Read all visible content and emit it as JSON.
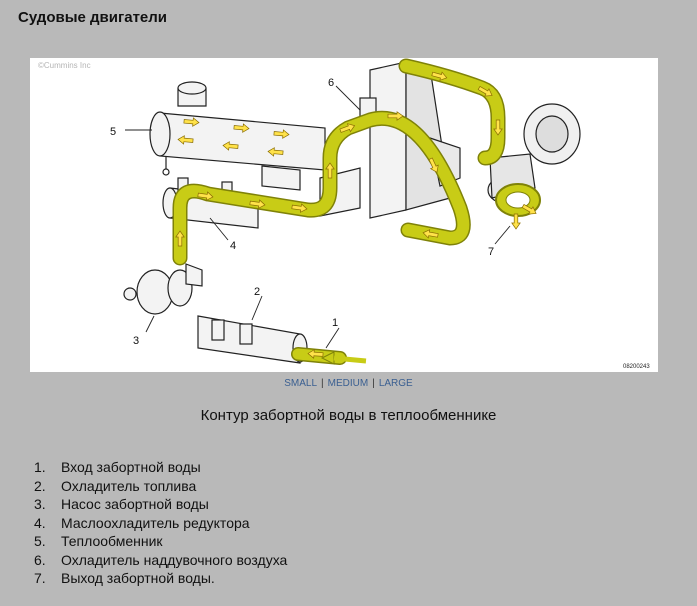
{
  "page": {
    "title": "Судовые двигатели"
  },
  "figure": {
    "copyright": "©Cummins Inc",
    "code": "08200243",
    "callouts": [
      "1",
      "2",
      "3",
      "4",
      "5",
      "6",
      "7"
    ]
  },
  "size_links": {
    "small": "SMALL",
    "medium": "MEDIUM",
    "large": "LARGE",
    "separator": "|"
  },
  "caption": "Контур забортной воды в теплообменнике",
  "legend": [
    {
      "num": "1.",
      "text": "Вход забортной воды"
    },
    {
      "num": "2.",
      "text": "Охладитель топлива"
    },
    {
      "num": "3.",
      "text": "Насос забортной воды"
    },
    {
      "num": "4.",
      "text": "Маслоохладитель редуктора"
    },
    {
      "num": "5.",
      "text": "Теплообменник"
    },
    {
      "num": "6.",
      "text": "Охладитель наддувочного воздуха"
    },
    {
      "num": "7.",
      "text": "Выход забортной воды."
    }
  ],
  "colors": {
    "flow": "#c8cc16",
    "flow_edge": "#7f8208",
    "arrow": "#ffe24a",
    "background": "#b9b9b9"
  }
}
